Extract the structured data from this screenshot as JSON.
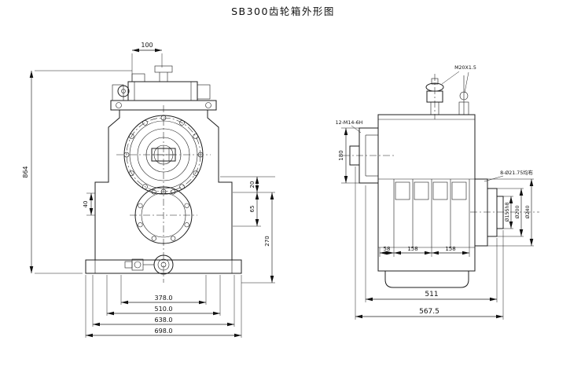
{
  "title": "SB300齿轮箱外形图",
  "front_view": {
    "dim_top_width": "100",
    "dim_total_height": "864",
    "dim_left_offset": "40",
    "dim_right_small": "20",
    "dim_right_mid": "65",
    "dim_right_low": "270",
    "dim_bottom_1": "378.0",
    "dim_bottom_2": "510.0",
    "dim_bottom_3": "638.0",
    "dim_bottom_4": "698.0"
  },
  "side_view": {
    "label_thread": "12-M14-6H",
    "label_breather": "M20X1.5",
    "label_flange_holes": "8-Ø21.75均布",
    "dim_flange_height": "180",
    "dim_spigot": "Ø155h8",
    "dim_mid_flange": "Ø200",
    "dim_outer_flange": "Ø240",
    "dim_seg_1": "58",
    "dim_seg_2": "158",
    "dim_seg_3": "158",
    "dim_length": "511",
    "dim_overall_length": "567.5"
  }
}
